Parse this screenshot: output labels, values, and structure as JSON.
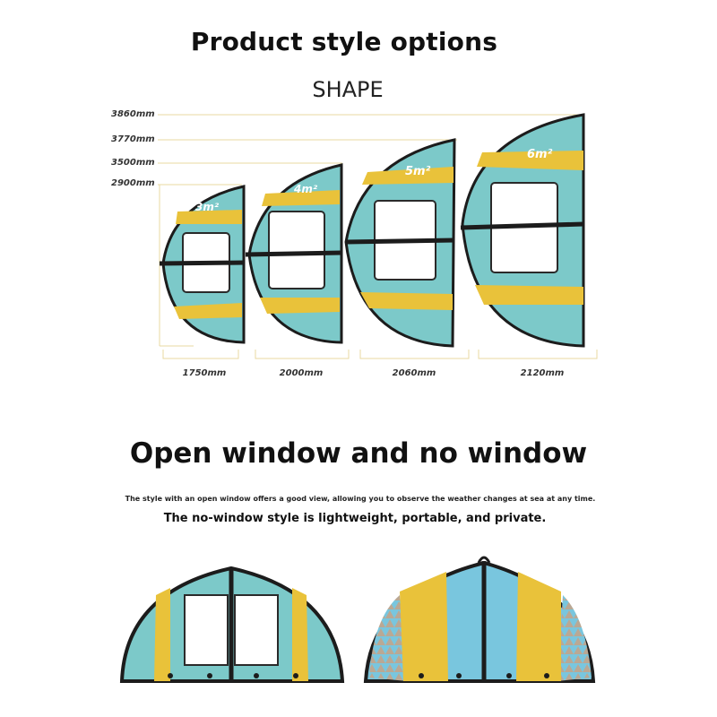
{
  "title": "Product style options",
  "shape_label": "SHAPE",
  "heights": [
    "3860mm",
    "3770mm",
    "3500mm",
    "2900mm"
  ],
  "wings": [
    {
      "area": "3m²",
      "width": "1750mm"
    },
    {
      "area": "4m²",
      "width": "2000mm"
    },
    {
      "area": "5m²",
      "width": "2060mm"
    },
    {
      "area": "6m²",
      "width": "2120mm"
    }
  ],
  "section_title": "Open window and no window",
  "desc_small": "The style with an open window offers a good view, allowing you to observe the weather changes at sea at any time.",
  "desc_main": "The no-window style is lightweight, portable, and private.",
  "colors": {
    "teal": "#7cc9c9",
    "yellow": "#e9c23a",
    "frame": "#1c1c1c",
    "guide": "#e8d9a0"
  }
}
